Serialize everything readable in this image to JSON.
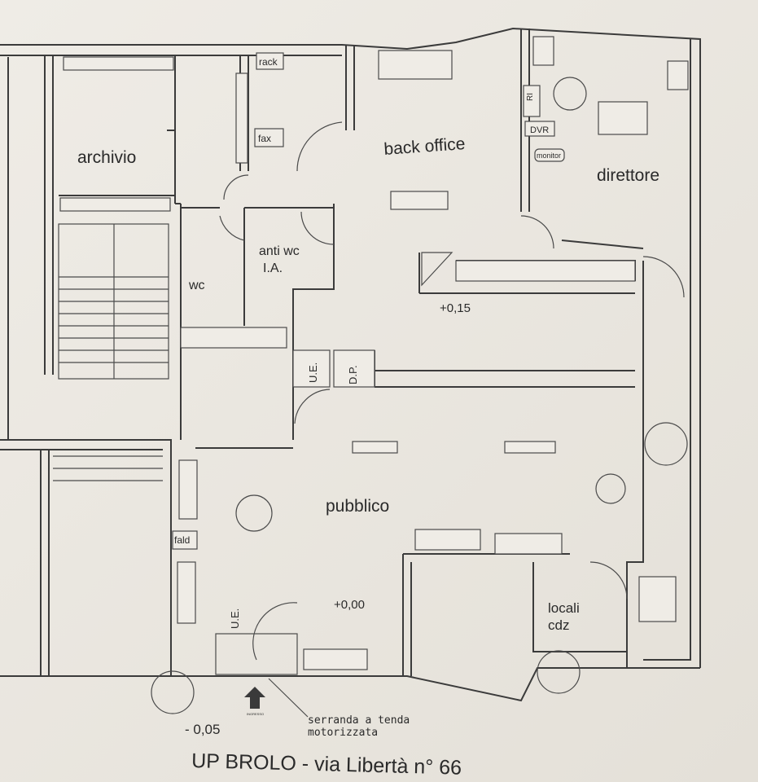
{
  "rooms": {
    "archivio": "archivio",
    "back_office": "back office",
    "direttore": "direttore",
    "anti_wc": "anti wc",
    "anti_wc_sub": "I.A.",
    "wc": "wc",
    "pubblico": "pubblico",
    "locali_cdz_1": "locali",
    "locali_cdz_2": "cdz"
  },
  "equipment": {
    "rack": "rack",
    "fax": "fax",
    "ri": "RI",
    "dvr": "DVR",
    "monitor": "monitor",
    "ue_top": "U.E.",
    "dp": "D.P.",
    "ue_bottom": "U.E.",
    "fald": "fald",
    "ingresso": "INGRESSO"
  },
  "levels": {
    "counter": "+0,15",
    "floor": "+0,00",
    "outside": "- 0,05"
  },
  "annotation": {
    "line1": "serranda a tenda",
    "line2": "motorizzata"
  },
  "title": "UP BROLO - via Libertà n° 66"
}
